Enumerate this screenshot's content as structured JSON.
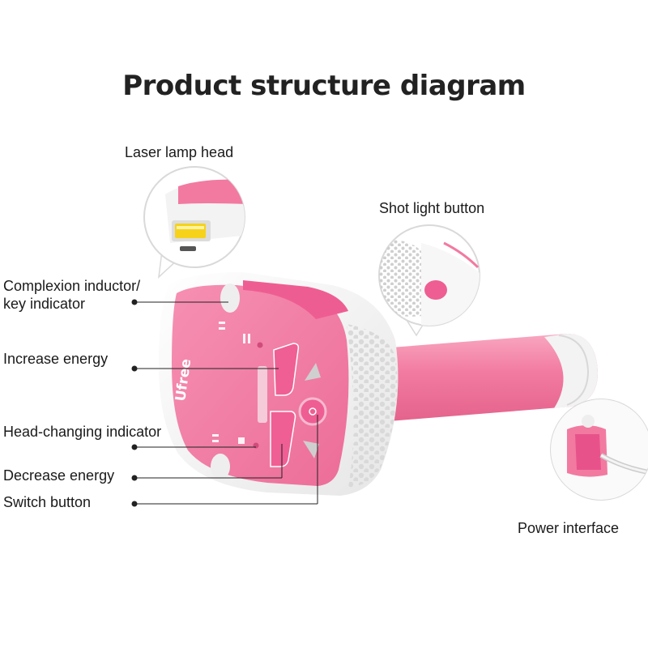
{
  "title": "Product structure diagram",
  "brand_text": "Ufree",
  "colors": {
    "body_pink": "#f27aa0",
    "dark_pink": "#e8528a",
    "handle_pink": "#f48aab",
    "white_frame": "#f7f7f7",
    "lamp_yellow": "#f6d21a",
    "leader_line": "#222222"
  },
  "labels": {
    "laser_lamp_head": "Laser lamp head",
    "shot_light_button": "Shot light button",
    "complexion_inductor": [
      "Complexion inductor/",
      "key indicator"
    ],
    "increase_energy": "Increase energy",
    "head_changing_indicator": "Head-changing indicator",
    "decrease_energy": "Decrease energy",
    "switch_button": "Switch button",
    "power_interface": "Power interface"
  }
}
